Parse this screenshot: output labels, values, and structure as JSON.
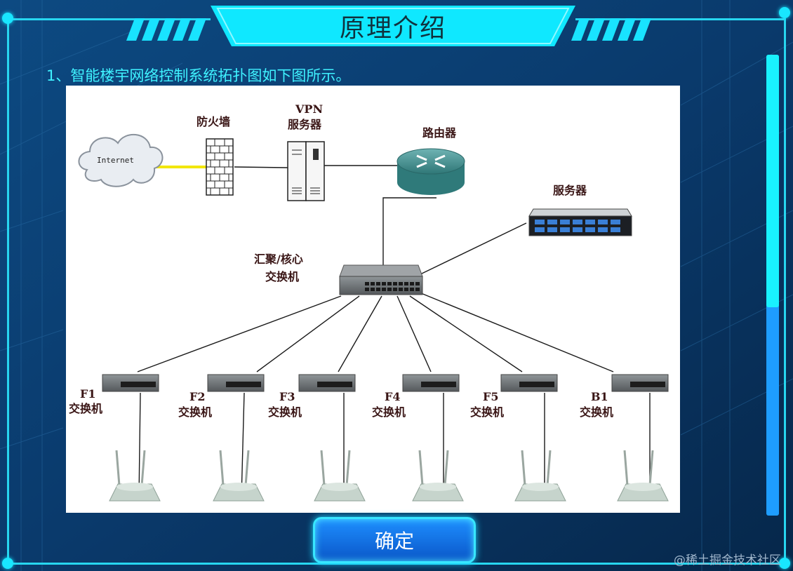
{
  "header": {
    "title": "原理介绍"
  },
  "intro": "1、智能楼宇网络控制系统拓扑图如下图所示。",
  "diagram": {
    "internet": "Internet",
    "firewall": "防火墙",
    "vpn_line1": "VPN",
    "vpn_line2": "服务器",
    "router": "路由器",
    "server": "服务器",
    "core_line1": "汇聚/核心",
    "core_line2": "交换机",
    "switches": [
      {
        "name": "F1",
        "type": "交换机"
      },
      {
        "name": "F2",
        "type": "交换机"
      },
      {
        "name": "F3",
        "type": "交换机"
      },
      {
        "name": "F4",
        "type": "交换机"
      },
      {
        "name": "F5",
        "type": "交换机"
      },
      {
        "name": "B1",
        "type": "交换机"
      }
    ]
  },
  "confirm_button": "确定",
  "watermark": "@稀土掘金技术社区"
}
